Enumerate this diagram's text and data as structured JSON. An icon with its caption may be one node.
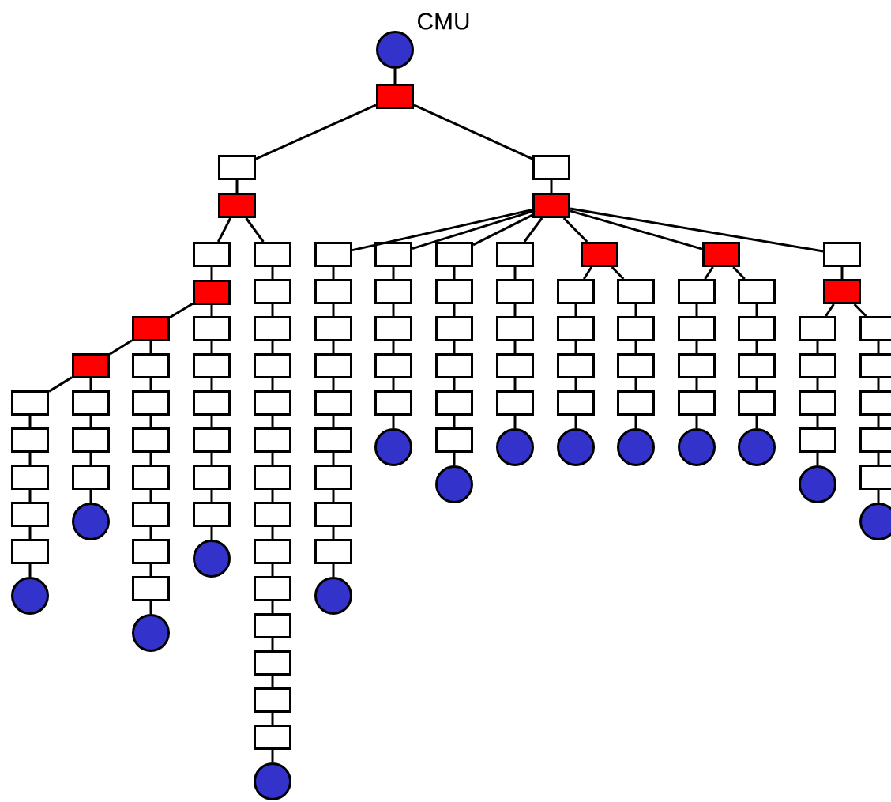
{
  "diagram": {
    "nodes": [
      {
        "text": [],
        "shape": "circle",
        "beside": [
          "CMU"
        ]
      },
      {
        "text": [],
        "shape": "box"
      },
      {
        "text": [],
        "shape": "box"
      },
      {
        "text": [],
        "shape": "box"
      },
      {
        "text": [],
        "shape": "box"
      },
      {
        "text": [],
        "shape": "box"
      },
      {
        "text": [],
        "shape": "box"
      },
      {
        "text": [],
        "shape": "box"
      },
      {
        "text": [],
        "shape": "box"
      },
      {
        "text": [],
        "shape": "box"
      },
      {
        "text": [],
        "shape": "box"
      },
      {
        "text": [],
        "shape": "box"
      },
      {
        "text": [],
        "shape": "box"
      },
      {
        "text": [],
        "shape": "circle"
      },
      {
        "text": [],
        "shape": "box"
      },
      {
        "text": [],
        "shape": "box"
      },
      {
        "text": [],
        "shape": "box"
      },
      {
        "text": [],
        "shape": "circle"
      },
      {
        "text": [],
        "shape": "box"
      },
      {
        "text": [],
        "shape": "box"
      },
      {
        "text": [],
        "shape": "box"
      },
      {
        "text": [],
        "shape": "box"
      },
      {
        "text": [],
        "shape": "box"
      },
      {
        "text": [],
        "shape": "box"
      },
      {
        "text": [],
        "shape": "box"
      },
      {
        "text": [],
        "shape": "circle"
      },
      {
        "text": [],
        "shape": "box"
      },
      {
        "text": [],
        "shape": "box"
      },
      {
        "text": [],
        "shape": "box"
      },
      {
        "text": [],
        "shape": "box"
      },
      {
        "text": [],
        "shape": "box"
      },
      {
        "text": [],
        "shape": "box"
      },
      {
        "text": [],
        "shape": "circle"
      },
      {
        "text": [],
        "shape": "box"
      },
      {
        "text": [],
        "shape": "box"
      },
      {
        "text": [],
        "shape": "box"
      },
      {
        "text": [],
        "shape": "box"
      },
      {
        "text": [],
        "shape": "box"
      },
      {
        "text": [],
        "shape": "box"
      },
      {
        "text": [],
        "shape": "box"
      },
      {
        "text": [],
        "shape": "box"
      },
      {
        "text": [],
        "shape": "box"
      },
      {
        "text": [],
        "shape": "box"
      },
      {
        "text": [],
        "shape": "box"
      },
      {
        "text": [],
        "shape": "box"
      },
      {
        "text": [],
        "shape": "box"
      },
      {
        "text": [],
        "shape": "box"
      },
      {
        "text": [],
        "shape": "circle"
      },
      {
        "text": [],
        "shape": "box"
      },
      {
        "text": [],
        "shape": "box"
      },
      {
        "text": [],
        "shape": "box"
      },
      {
        "text": [],
        "shape": "box"
      },
      {
        "text": [],
        "shape": "box"
      },
      {
        "text": [],
        "shape": "box"
      },
      {
        "text": [],
        "shape": "box"
      },
      {
        "text": [],
        "shape": "box"
      },
      {
        "text": [],
        "shape": "box"
      },
      {
        "text": [],
        "shape": "box"
      },
      {
        "text": [],
        "shape": "box"
      },
      {
        "text": [],
        "shape": "circle"
      },
      {
        "text": [],
        "shape": "box"
      },
      {
        "text": [],
        "shape": "box"
      },
      {
        "text": [],
        "shape": "box"
      },
      {
        "text": [],
        "shape": "box"
      },
      {
        "text": [],
        "shape": "box"
      },
      {
        "text": [],
        "shape": "circle"
      },
      {
        "text": [],
        "shape": "box"
      },
      {
        "text": [],
        "shape": "box"
      },
      {
        "text": [],
        "shape": "box"
      },
      {
        "text": [],
        "shape": "box"
      },
      {
        "text": [],
        "shape": "box"
      },
      {
        "text": [],
        "shape": "box"
      },
      {
        "text": [],
        "shape": "circle"
      },
      {
        "text": [],
        "shape": "box"
      },
      {
        "text": [],
        "shape": "box"
      },
      {
        "text": [],
        "shape": "box"
      },
      {
        "text": [],
        "shape": "box"
      },
      {
        "text": [],
        "shape": "box"
      },
      {
        "text": [],
        "shape": "circle"
      },
      {
        "text": [],
        "shape": "box"
      },
      {
        "text": [],
        "shape": "box"
      },
      {
        "text": [],
        "shape": "box"
      },
      {
        "text": [],
        "shape": "box"
      },
      {
        "text": [],
        "shape": "box"
      },
      {
        "text": [],
        "shape": "circle"
      },
      {
        "text": [],
        "shape": "box"
      },
      {
        "text": [],
        "shape": "box"
      },
      {
        "text": [],
        "shape": "box"
      },
      {
        "text": [],
        "shape": "box"
      },
      {
        "text": [],
        "shape": "circle"
      },
      {
        "text": [],
        "shape": "box"
      },
      {
        "text": [],
        "shape": "box"
      },
      {
        "text": [],
        "shape": "box"
      },
      {
        "text": [],
        "shape": "box"
      },
      {
        "text": [],
        "shape": "box"
      },
      {
        "text": [],
        "shape": "circle"
      },
      {
        "text": [],
        "shape": "box"
      },
      {
        "text": [],
        "shape": "box"
      },
      {
        "text": [],
        "shape": "box"
      },
      {
        "text": [],
        "shape": "box"
      },
      {
        "text": [],
        "shape": "circle"
      },
      {
        "text": [],
        "shape": "box"
      },
      {
        "text": [],
        "shape": "box"
      },
      {
        "text": [],
        "shape": "box"
      },
      {
        "text": [],
        "shape": "box"
      },
      {
        "text": [],
        "shape": "box"
      },
      {
        "text": [],
        "shape": "box"
      },
      {
        "text": [],
        "shape": "circle"
      },
      {
        "text": [],
        "shape": "box"
      },
      {
        "text": [],
        "shape": "box"
      },
      {
        "text": [],
        "shape": "box"
      },
      {
        "text": [],
        "shape": "box"
      },
      {
        "text": [],
        "shape": "box"
      },
      {
        "text": [],
        "shape": "circle"
      }
    ],
    "edges": [
      {
        "from": 0,
        "to": 1,
        "arrow": "none"
      },
      {
        "from": 1,
        "to": 2,
        "arrow": "none"
      },
      {
        "from": 2,
        "to": 3,
        "arrow": "none"
      },
      {
        "from": 3,
        "to": 4,
        "arrow": "none"
      },
      {
        "from": 4,
        "to": 5,
        "arrow": "none"
      },
      {
        "from": 5,
        "to": 6,
        "arrow": "none"
      },
      {
        "from": 6,
        "to": 7,
        "arrow": "none"
      },
      {
        "from": 7,
        "to": 8,
        "arrow": "none"
      },
      {
        "from": 8,
        "to": 9,
        "arrow": "none"
      },
      {
        "from": 9,
        "to": 10,
        "arrow": "none"
      },
      {
        "from": 10,
        "to": 11,
        "arrow": "none"
      },
      {
        "from": 11,
        "to": 12,
        "arrow": "none"
      },
      {
        "from": 12,
        "to": 13,
        "arrow": "none"
      },
      {
        "from": 7,
        "to": 14,
        "arrow": "none"
      },
      {
        "from": 14,
        "to": 15,
        "arrow": "none"
      },
      {
        "from": 15,
        "to": 16,
        "arrow": "none"
      },
      {
        "from": 16,
        "to": 17,
        "arrow": "none"
      },
      {
        "from": 6,
        "to": 18,
        "arrow": "none"
      },
      {
        "from": 18,
        "to": 19,
        "arrow": "none"
      },
      {
        "from": 19,
        "to": 20,
        "arrow": "none"
      },
      {
        "from": 20,
        "to": 21,
        "arrow": "none"
      },
      {
        "from": 21,
        "to": 22,
        "arrow": "none"
      },
      {
        "from": 22,
        "to": 23,
        "arrow": "none"
      },
      {
        "from": 23,
        "to": 24,
        "arrow": "none"
      },
      {
        "from": 24,
        "to": 25,
        "arrow": "none"
      },
      {
        "from": 5,
        "to": 26,
        "arrow": "none"
      },
      {
        "from": 26,
        "to": 27,
        "arrow": "none"
      },
      {
        "from": 27,
        "to": 28,
        "arrow": "none"
      },
      {
        "from": 28,
        "to": 29,
        "arrow": "none"
      },
      {
        "from": 29,
        "to": 30,
        "arrow": "none"
      },
      {
        "from": 30,
        "to": 31,
        "arrow": "none"
      },
      {
        "from": 31,
        "to": 32,
        "arrow": "none"
      },
      {
        "from": 3,
        "to": 33,
        "arrow": "none"
      },
      {
        "from": 33,
        "to": 34,
        "arrow": "none"
      },
      {
        "from": 34,
        "to": 35,
        "arrow": "none"
      },
      {
        "from": 35,
        "to": 36,
        "arrow": "none"
      },
      {
        "from": 36,
        "to": 37,
        "arrow": "none"
      },
      {
        "from": 37,
        "to": 38,
        "arrow": "none"
      },
      {
        "from": 38,
        "to": 39,
        "arrow": "none"
      },
      {
        "from": 39,
        "to": 40,
        "arrow": "none"
      },
      {
        "from": 40,
        "to": 41,
        "arrow": "none"
      },
      {
        "from": 41,
        "to": 42,
        "arrow": "none"
      },
      {
        "from": 42,
        "to": 43,
        "arrow": "none"
      },
      {
        "from": 43,
        "to": 44,
        "arrow": "none"
      },
      {
        "from": 44,
        "to": 45,
        "arrow": "none"
      },
      {
        "from": 45,
        "to": 46,
        "arrow": "none"
      },
      {
        "from": 46,
        "to": 47,
        "arrow": "none"
      },
      {
        "from": 1,
        "to": 48,
        "arrow": "none"
      },
      {
        "from": 48,
        "to": 49,
        "arrow": "none"
      },
      {
        "from": 49,
        "to": 50,
        "arrow": "none"
      },
      {
        "from": 50,
        "to": 51,
        "arrow": "none"
      },
      {
        "from": 51,
        "to": 52,
        "arrow": "none"
      },
      {
        "from": 52,
        "to": 53,
        "arrow": "none"
      },
      {
        "from": 53,
        "to": 54,
        "arrow": "none"
      },
      {
        "from": 54,
        "to": 55,
        "arrow": "none"
      },
      {
        "from": 55,
        "to": 56,
        "arrow": "none"
      },
      {
        "from": 56,
        "to": 57,
        "arrow": "none"
      },
      {
        "from": 57,
        "to": 58,
        "arrow": "none"
      },
      {
        "from": 58,
        "to": 59,
        "arrow": "none"
      },
      {
        "from": 49,
        "to": 60,
        "arrow": "none"
      },
      {
        "from": 60,
        "to": 61,
        "arrow": "none"
      },
      {
        "from": 61,
        "to": 62,
        "arrow": "none"
      },
      {
        "from": 62,
        "to": 63,
        "arrow": "none"
      },
      {
        "from": 63,
        "to": 64,
        "arrow": "none"
      },
      {
        "from": 64,
        "to": 65,
        "arrow": "none"
      },
      {
        "from": 49,
        "to": 66,
        "arrow": "none"
      },
      {
        "from": 66,
        "to": 67,
        "arrow": "none"
      },
      {
        "from": 67,
        "to": 68,
        "arrow": "none"
      },
      {
        "from": 68,
        "to": 69,
        "arrow": "none"
      },
      {
        "from": 69,
        "to": 70,
        "arrow": "none"
      },
      {
        "from": 70,
        "to": 71,
        "arrow": "none"
      },
      {
        "from": 71,
        "to": 72,
        "arrow": "none"
      },
      {
        "from": 49,
        "to": 73,
        "arrow": "none"
      },
      {
        "from": 73,
        "to": 74,
        "arrow": "none"
      },
      {
        "from": 74,
        "to": 75,
        "arrow": "none"
      },
      {
        "from": 75,
        "to": 76,
        "arrow": "none"
      },
      {
        "from": 76,
        "to": 77,
        "arrow": "none"
      },
      {
        "from": 77,
        "to": 78,
        "arrow": "none"
      },
      {
        "from": 49,
        "to": 79,
        "arrow": "none"
      },
      {
        "from": 79,
        "to": 80,
        "arrow": "none"
      },
      {
        "from": 80,
        "to": 81,
        "arrow": "none"
      },
      {
        "from": 81,
        "to": 82,
        "arrow": "none"
      },
      {
        "from": 82,
        "to": 83,
        "arrow": "none"
      },
      {
        "from": 83,
        "to": 84,
        "arrow": "none"
      },
      {
        "from": 79,
        "to": 85,
        "arrow": "none"
      },
      {
        "from": 85,
        "to": 86,
        "arrow": "none"
      },
      {
        "from": 86,
        "to": 87,
        "arrow": "none"
      },
      {
        "from": 87,
        "to": 88,
        "arrow": "none"
      },
      {
        "from": 88,
        "to": 89,
        "arrow": "none"
      },
      {
        "from": 49,
        "to": 90,
        "arrow": "none"
      },
      {
        "from": 90,
        "to": 91,
        "arrow": "none"
      },
      {
        "from": 91,
        "to": 92,
        "arrow": "none"
      },
      {
        "from": 92,
        "to": 93,
        "arrow": "none"
      },
      {
        "from": 93,
        "to": 94,
        "arrow": "none"
      },
      {
        "from": 94,
        "to": 95,
        "arrow": "none"
      },
      {
        "from": 90,
        "to": 96,
        "arrow": "none"
      },
      {
        "from": 96,
        "to": 97,
        "arrow": "none"
      },
      {
        "from": 97,
        "to": 98,
        "arrow": "none"
      },
      {
        "from": 98,
        "to": 99,
        "arrow": "none"
      },
      {
        "from": 99,
        "to": 100,
        "arrow": "none"
      },
      {
        "from": 49,
        "to": 101,
        "arrow": "none"
      },
      {
        "from": 101,
        "to": 102,
        "arrow": "none"
      },
      {
        "from": 102,
        "to": 103,
        "arrow": "none"
      },
      {
        "from": 103,
        "to": 104,
        "arrow": "none"
      },
      {
        "from": 104,
        "to": 105,
        "arrow": "none"
      },
      {
        "from": 105,
        "to": 106,
        "arrow": "none"
      },
      {
        "from": 106,
        "to": 107,
        "arrow": "none"
      },
      {
        "from": 102,
        "to": 108,
        "arrow": "none"
      },
      {
        "from": 108,
        "to": 109,
        "arrow": "none"
      },
      {
        "from": 109,
        "to": 110,
        "arrow": "none"
      },
      {
        "from": 110,
        "to": 111,
        "arrow": "none"
      },
      {
        "from": 111,
        "to": 112,
        "arrow": "none"
      },
      {
        "from": 112,
        "to": 113,
        "arrow": "none"
      }
    ]
  }
}
